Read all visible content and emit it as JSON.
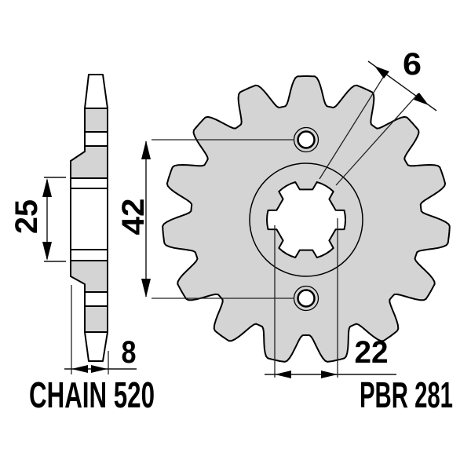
{
  "labels": {
    "chain": "CHAIN 520",
    "part": "PBR 281"
  },
  "dimensions": {
    "hub_section_length": "25",
    "overall_width": "8",
    "hole_center_distance": "42",
    "spline_bore_width": "22",
    "hole_diameter": "6"
  },
  "sprocket": {
    "teeth": 15,
    "spline_tabs": 6,
    "mounting_holes": 2
  },
  "colors": {
    "body_fill": "#d4d4d4",
    "outline": "#000000",
    "dimension_line": "#111111",
    "background": "#ffffff"
  }
}
